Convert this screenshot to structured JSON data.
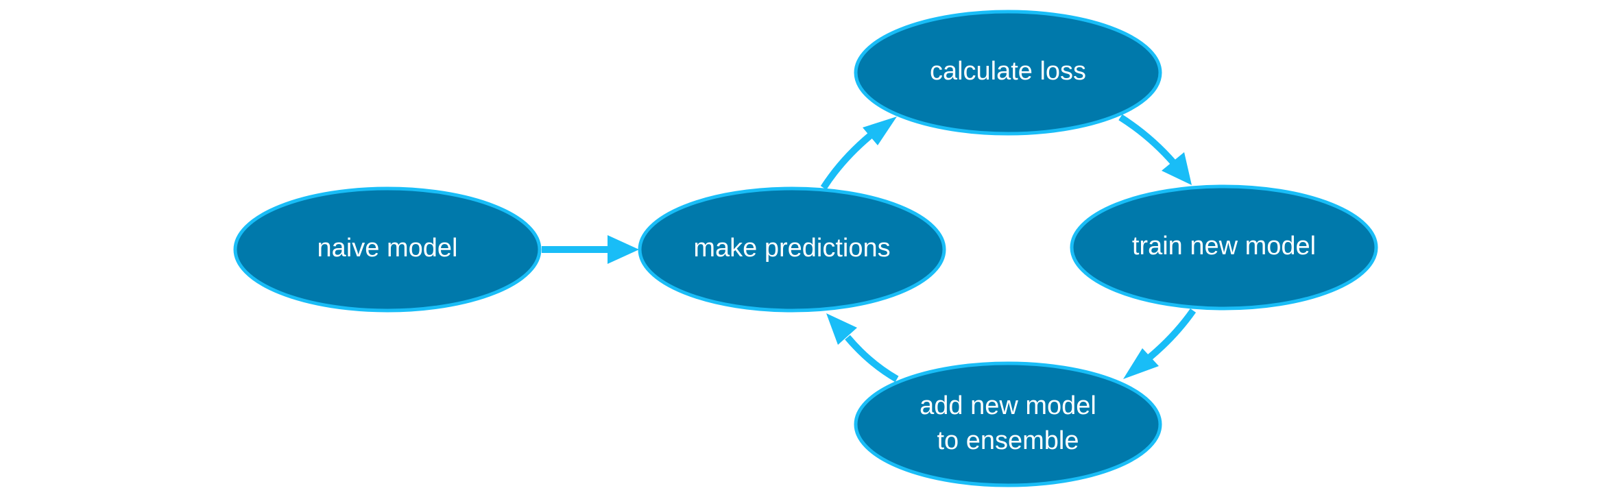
{
  "colors": {
    "node_fill": "#0079ab",
    "node_stroke": "#19bdf7",
    "arrow": "#19bdf7",
    "label_text": "#ffffff",
    "background": "#ffffff"
  },
  "nodes": [
    {
      "id": "naive_model",
      "lines": [
        "naive model"
      ]
    },
    {
      "id": "make_predictions",
      "lines": [
        "make predictions"
      ]
    },
    {
      "id": "calculate_loss",
      "lines": [
        "calculate loss"
      ]
    },
    {
      "id": "train_new_model",
      "lines": [
        "train new model"
      ]
    },
    {
      "id": "add_new_model",
      "lines": [
        "add new model",
        "to ensemble"
      ]
    }
  ],
  "edges": [
    {
      "from": "naive_model",
      "to": "make_predictions"
    },
    {
      "from": "make_predictions",
      "to": "calculate_loss"
    },
    {
      "from": "calculate_loss",
      "to": "train_new_model"
    },
    {
      "from": "train_new_model",
      "to": "add_new_model"
    },
    {
      "from": "add_new_model",
      "to": "make_predictions"
    }
  ]
}
